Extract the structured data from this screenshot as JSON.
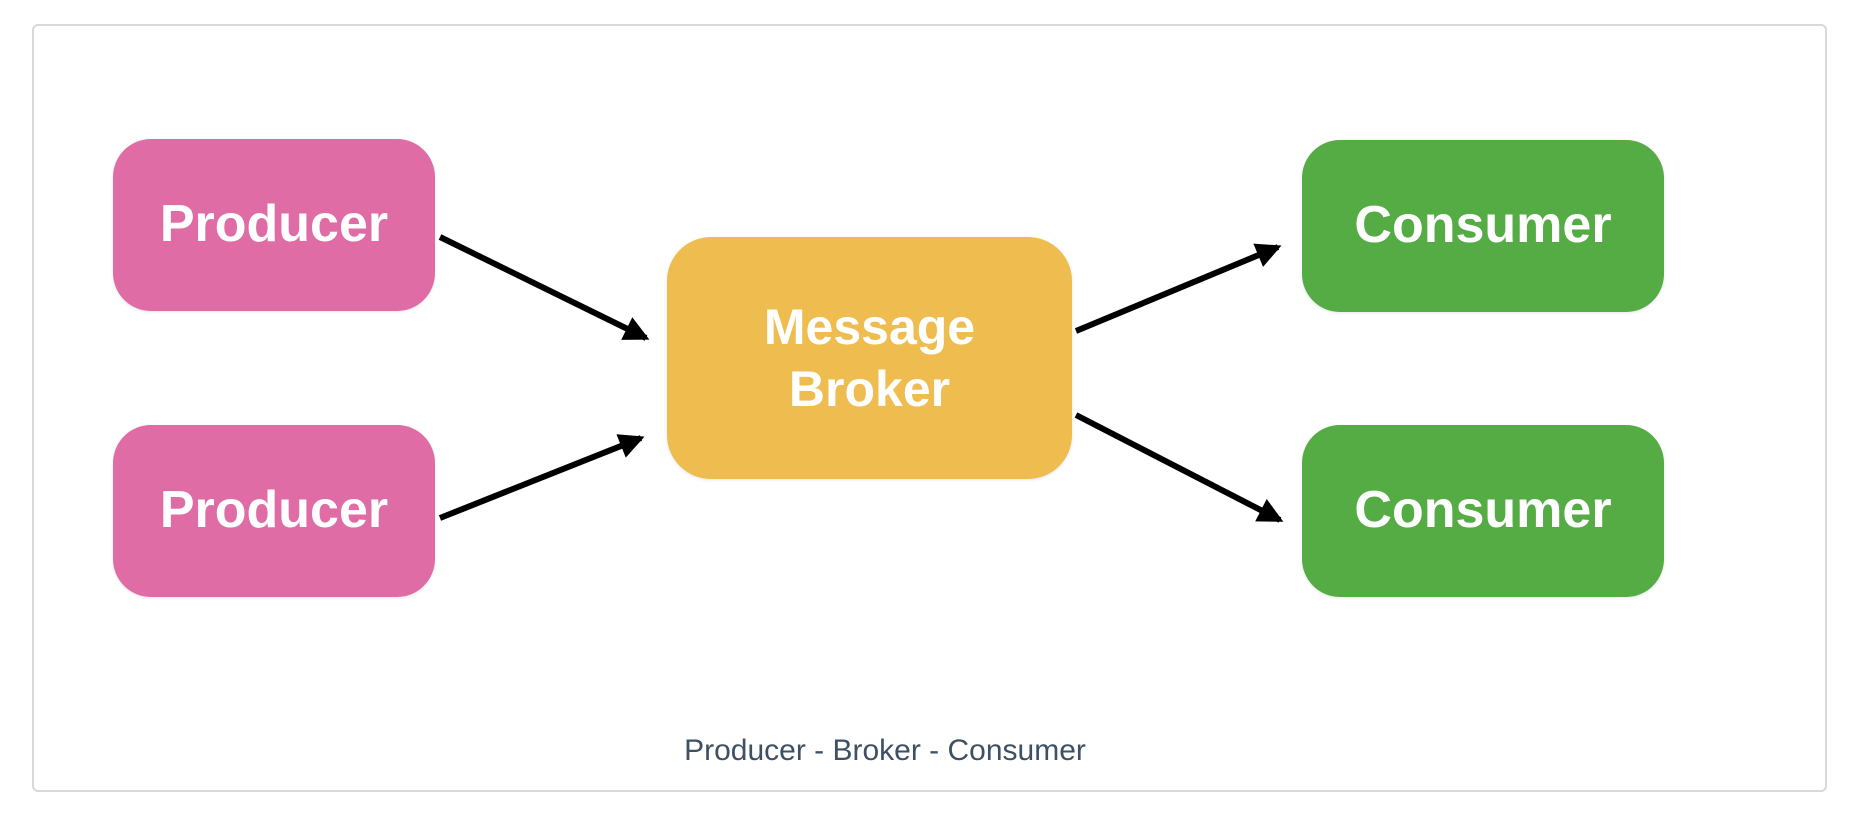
{
  "diagram": {
    "type": "flow-diagram",
    "nodes": {
      "producer1": {
        "label": "Producer",
        "color": "#df6ca5"
      },
      "producer2": {
        "label": "Producer",
        "color": "#df6ca5"
      },
      "broker": {
        "label": "Message Broker",
        "color": "#eebc4f"
      },
      "consumer1": {
        "label": "Consumer",
        "color": "#55ab44"
      },
      "consumer2": {
        "label": "Consumer",
        "color": "#55ab44"
      }
    },
    "edges": [
      {
        "from": "producer1",
        "to": "broker"
      },
      {
        "from": "producer2",
        "to": "broker"
      },
      {
        "from": "broker",
        "to": "consumer1"
      },
      {
        "from": "broker",
        "to": "consumer2"
      }
    ],
    "label_text_color": "#ffffff",
    "arrow_color": "#000000",
    "caption": {
      "text": "Producer - Broker - Consumer",
      "color": "#3e5064"
    },
    "frame": {
      "border_color": "#d9d9d9",
      "background": "#ffffff"
    }
  }
}
